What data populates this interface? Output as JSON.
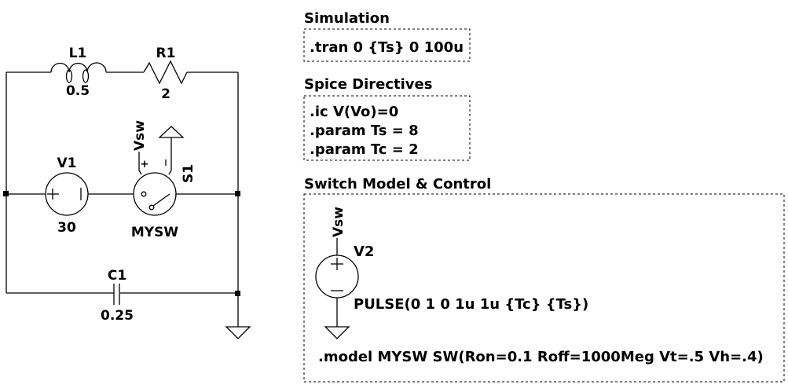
{
  "schematic": {
    "components": {
      "L1": {
        "name": "L1",
        "value": "0.5"
      },
      "R1": {
        "name": "R1",
        "value": "2"
      },
      "V1": {
        "name": "V1",
        "value": "30"
      },
      "S1": {
        "name": "S1",
        "value": "MYSW"
      },
      "C1": {
        "name": "C1",
        "value": "0.25"
      },
      "V2": {
        "name": "V2",
        "value": "PULSE(0 1 0 1u 1u {Tc} {Ts})"
      }
    },
    "net_labels": {
      "s1_control": "Vsw",
      "v2_out": "Vsw"
    },
    "pin_marks": {
      "plus": "+",
      "minus": "-"
    }
  },
  "directives": {
    "simulation": {
      "title": "Simulation",
      "lines": [
        ".tran 0 {Ts} 0 100u"
      ]
    },
    "spice": {
      "title": "Spice Directives",
      "lines": [
        ".ic V(Vo)=0",
        ".param Ts = 8",
        ".param Tc = 2"
      ]
    },
    "switch_model": {
      "title": "Switch Model & Control",
      "model_line": ".model MYSW SW(Ron=0.1 Roff=1000Meg Vt=.5 Vh=.4)"
    }
  }
}
